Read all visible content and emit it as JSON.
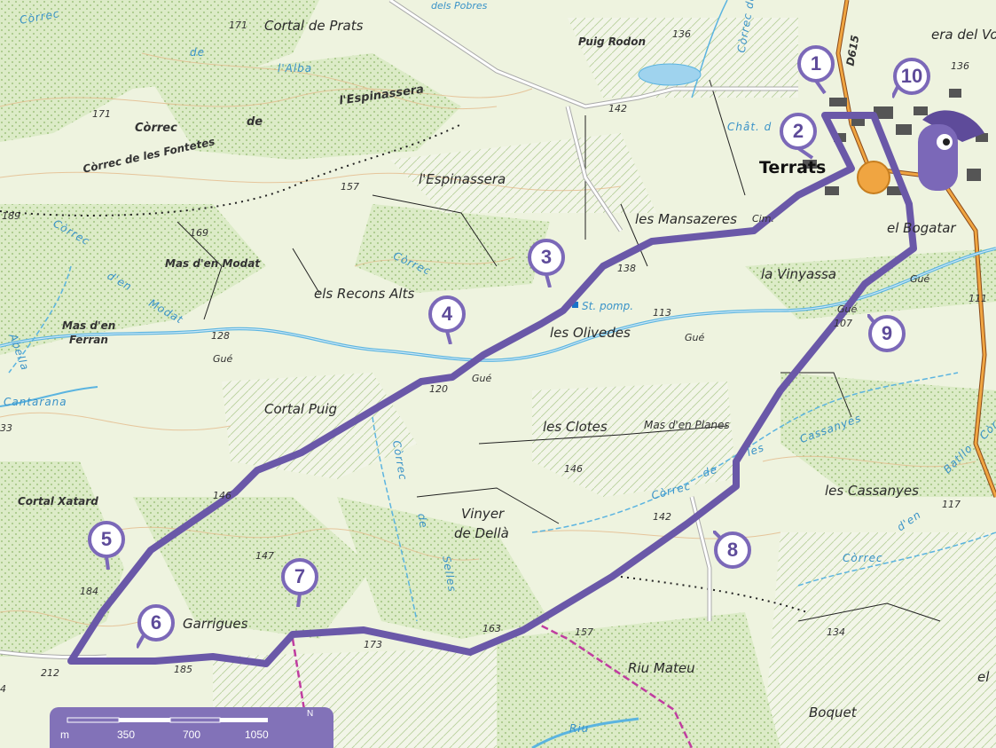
{
  "colors": {
    "background": "#eaf1da",
    "route": "#6a58a8",
    "marker_fill": "#ffffff",
    "marker_border": "#7b68b8",
    "marker_text": "#5e4b9a",
    "river": "#5bb4e0",
    "town_circle": "#f0a541",
    "scale_bg": "#8272b8"
  },
  "labels": {
    "town": "Terrats",
    "chat": "Chât. d",
    "cim": "Cim.",
    "era_volo": "era del Voló",
    "dels_pobres": "dels Pobres",
    "cortal_prats": "Cortal de Prats",
    "puig_rodon": "Puig Rodon",
    "correc_de_1": "de",
    "alba": "l'Alba",
    "espinassera_rd": "l'Espinassera",
    "correc_1": "Còrrec",
    "de_2": "de",
    "fontetes": "Còrrec de les Fontetes",
    "espinassera": "l'Espinassera",
    "mansazeres": "les Mansazeres",
    "bogatar": "el Bogatar",
    "vinyassa": "la Vinyassa",
    "mas_modat": "Mas d'en Modat",
    "recons_alts": "els Recons Alts",
    "st_pomp": "St. pomp.",
    "olivedes": "les Olivedes",
    "mas_ferran_1": "Mas d'en",
    "mas_ferran_2": "Ferran",
    "cortal_puig": "Cortal Puig",
    "clotes": "les Clotes",
    "mas_planes": "Mas d'en Planes",
    "cassanyes": "les Cassanyes",
    "cortal_xatard": "Cortal Xatard",
    "vinyer_1": "Vinyer",
    "vinyer_2": "de Dellà",
    "garrigues": "Garrigues",
    "riu_mateu": "Riu Mateu",
    "boquet": "Boquet",
    "el_edge": "el",
    "correc_modat_1": "Còrrec",
    "correc_modat_2": "d'en",
    "correc_modat_3": "Modat",
    "abella": "Abella",
    "cantarana": "Cantarana",
    "correc_selles_1": "Còrrec",
    "correc_selles_2": "de",
    "correc_selles_3": "Selles",
    "correc_cassanyes_1": "Còrrec",
    "correc_cassanyes_2": "de",
    "correc_cassanyes_3": "les",
    "correc_cassanyes_4": "Cassanyes",
    "correc_battlo_1": "Còrrec",
    "correc_battlo_2": "d'en",
    "correc_battlo_3": "Batllo",
    "correc_mid": "Còrrec",
    "riu": "Riu",
    "correc_top": "Còrrec del C",
    "road_d615": "D615",
    "gue": "Gué"
  },
  "altitudes": [
    "171",
    "171",
    "189",
    "169",
    "157",
    "142",
    "138",
    "136",
    "136",
    "128",
    "120",
    "113",
    "107",
    "111",
    "146",
    "146",
    "142",
    "147",
    "184",
    "173",
    "163",
    "157",
    "185",
    "212",
    "134",
    "117",
    "33",
    "4"
  ],
  "route_markers": [
    "1",
    "2",
    "3",
    "4",
    "5",
    "6",
    "7",
    "8",
    "9",
    "10"
  ],
  "scale": {
    "unit": "m",
    "ticks": [
      "350",
      "700",
      "1050"
    ],
    "north": "N"
  }
}
